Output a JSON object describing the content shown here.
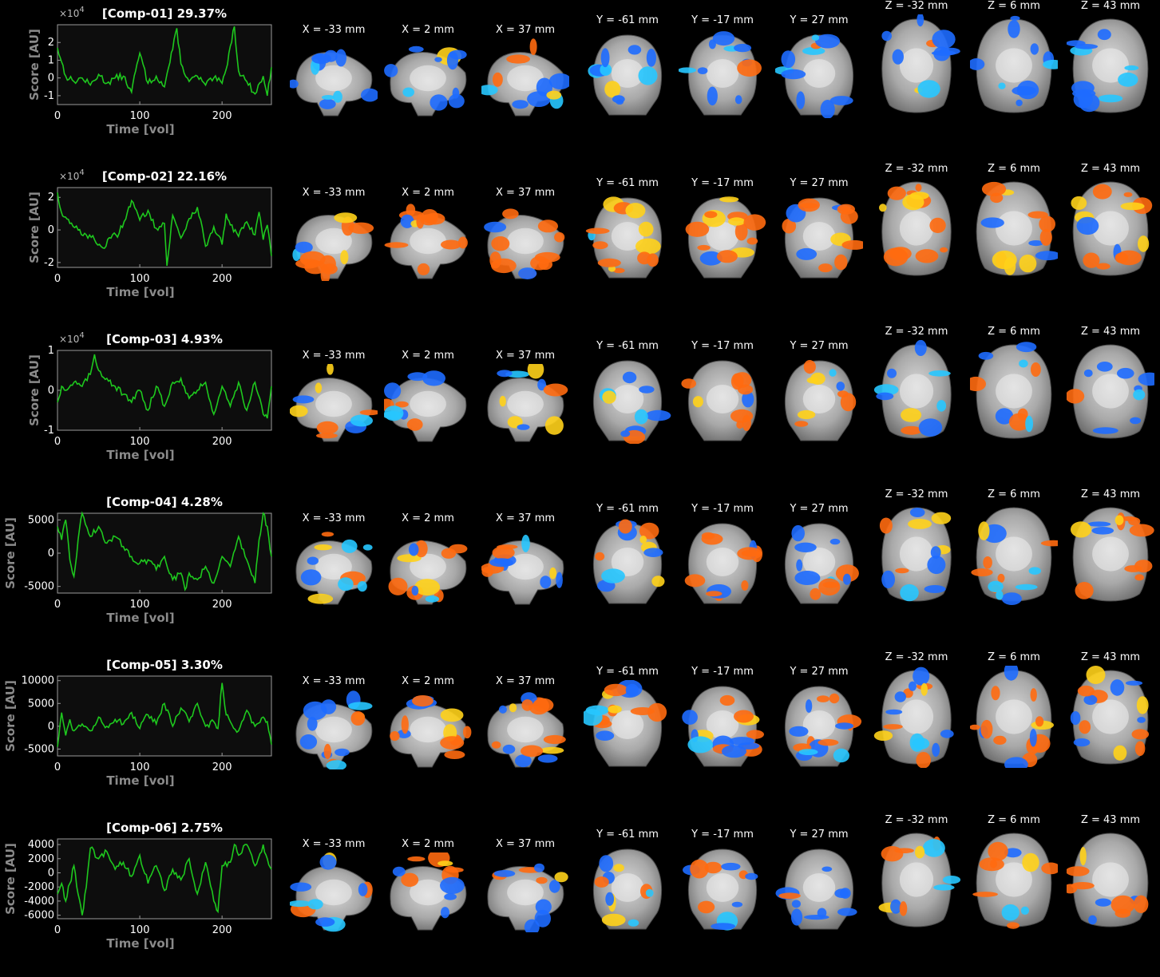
{
  "slice_labels": [
    "X = -33 mm",
    "X = 2 mm",
    "X = 37 mm",
    "Y = -61 mm",
    "Y = -17 mm",
    "Y = 27 mm",
    "Z = -32 mm",
    "Z = 6 mm",
    "Z = 43 mm"
  ],
  "colors": {
    "timecourse": "#1ec81e",
    "positive": "#ff6a10",
    "positive_peak": "#ffd21a",
    "negative": "#1e6bff",
    "negative_peak": "#27c6ff",
    "axes_bg": "#0d0d0d",
    "axes_frame": "#9a9a9a"
  },
  "chart_data": [
    {
      "type": "line",
      "title": "[Comp-01] 29.37%",
      "xlabel": "Time [vol]",
      "ylabel": "Score [AU]",
      "exponent": "×10^4",
      "xlim": [
        0,
        260
      ],
      "ylim": [
        -1.5,
        3
      ],
      "xticks": [
        0,
        100,
        200
      ],
      "yticks": [
        -1,
        0,
        1,
        2
      ],
      "x": [
        0,
        5,
        10,
        20,
        30,
        40,
        50,
        60,
        70,
        80,
        90,
        95,
        100,
        110,
        120,
        130,
        135,
        140,
        145,
        150,
        160,
        170,
        180,
        190,
        200,
        205,
        210,
        215,
        220,
        230,
        240,
        250,
        255,
        260
      ],
      "series": [
        {
          "values": [
            1.7,
            0.9,
            0.1,
            -0.2,
            0.0,
            -0.4,
            0.2,
            -0.3,
            0.0,
            0.1,
            -0.8,
            0.4,
            1.4,
            -0.3,
            0.1,
            -0.5,
            0.6,
            1.6,
            2.8,
            0.8,
            -0.2,
            0.1,
            -0.4,
            0.0,
            -0.3,
            0.5,
            1.8,
            2.9,
            0.4,
            -0.2,
            -0.9,
            0.1,
            -1.0,
            0.6
          ]
        }
      ]
    },
    {
      "type": "line",
      "title": "[Comp-02] 22.16%",
      "xlabel": "Time [vol]",
      "ylabel": "Score [AU]",
      "exponent": "×10^4",
      "xlim": [
        0,
        260
      ],
      "ylim": [
        -2.3,
        2.6
      ],
      "xticks": [
        0,
        100,
        200
      ],
      "yticks": [
        -2,
        0,
        2
      ],
      "x": [
        0,
        3,
        8,
        15,
        25,
        35,
        45,
        55,
        65,
        75,
        85,
        90,
        100,
        110,
        120,
        130,
        133,
        140,
        150,
        160,
        170,
        180,
        190,
        200,
        205,
        210,
        220,
        230,
        240,
        245,
        250,
        255,
        260
      ],
      "series": [
        {
          "values": [
            2.3,
            1.4,
            0.8,
            0.4,
            0.0,
            -0.3,
            -0.6,
            -1.1,
            -0.5,
            -0.2,
            1.1,
            1.8,
            0.6,
            1.2,
            0.1,
            0.4,
            -2.2,
            0.9,
            -0.5,
            0.7,
            1.4,
            -1.0,
            0.2,
            -0.9,
            1.0,
            0.3,
            -0.4,
            0.5,
            -0.3,
            1.1,
            -0.6,
            0.3,
            -1.6
          ]
        }
      ]
    },
    {
      "type": "line",
      "title": "[Comp-03] 4.93%",
      "xlabel": "Time [vol]",
      "ylabel": "Score [AU]",
      "exponent": "×10^4",
      "xlim": [
        0,
        260
      ],
      "ylim": [
        -1,
        1
      ],
      "xticks": [
        0,
        100,
        200
      ],
      "yticks": [
        -1,
        0,
        1
      ],
      "x": [
        0,
        5,
        10,
        20,
        30,
        40,
        45,
        50,
        60,
        70,
        80,
        90,
        100,
        110,
        120,
        130,
        140,
        150,
        160,
        170,
        180,
        190,
        200,
        210,
        220,
        230,
        240,
        250,
        255,
        260
      ],
      "series": [
        {
          "values": [
            -0.3,
            0.1,
            0.0,
            0.2,
            0.1,
            0.4,
            0.9,
            0.5,
            0.3,
            0.1,
            -0.1,
            -0.3,
            0.0,
            -0.5,
            0.1,
            -0.4,
            0.2,
            0.3,
            -0.2,
            0.0,
            0.2,
            -0.6,
            0.1,
            -0.4,
            0.2,
            -0.5,
            0.2,
            -0.6,
            -0.7,
            0.1
          ]
        }
      ]
    },
    {
      "type": "line",
      "title": "[Comp-04] 4.28%",
      "xlabel": "Time [vol]",
      "ylabel": "Score [AU]",
      "xlim": [
        0,
        260
      ],
      "ylim": [
        -6000,
        6000
      ],
      "xticks": [
        0,
        100,
        200
      ],
      "yticks": [
        -5000,
        0,
        5000
      ],
      "x": [
        0,
        5,
        10,
        15,
        20,
        25,
        30,
        40,
        50,
        60,
        70,
        80,
        90,
        100,
        110,
        120,
        130,
        140,
        150,
        155,
        160,
        170,
        180,
        190,
        200,
        210,
        220,
        230,
        240,
        245,
        250,
        255,
        260
      ],
      "series": [
        {
          "values": [
            4000,
            2000,
            5000,
            -1000,
            -3500,
            2000,
            6000,
            2500,
            4000,
            1500,
            2500,
            1000,
            -500,
            -1500,
            -1000,
            -2500,
            -500,
            -4000,
            -3000,
            -5500,
            -3000,
            -4000,
            -2000,
            -4500,
            -500,
            -2000,
            2500,
            -1000,
            -4500,
            2000,
            6000,
            4000,
            -500
          ]
        }
      ]
    },
    {
      "type": "line",
      "title": "[Comp-05] 3.30%",
      "xlabel": "Time [vol]",
      "ylabel": "Score [AU]",
      "xlim": [
        0,
        260
      ],
      "ylim": [
        -6500,
        11000
      ],
      "xticks": [
        0,
        100,
        200
      ],
      "yticks": [
        -5000,
        0,
        5000,
        10000
      ],
      "x": [
        0,
        5,
        10,
        15,
        20,
        30,
        40,
        50,
        60,
        70,
        80,
        90,
        100,
        110,
        120,
        130,
        140,
        150,
        160,
        170,
        180,
        190,
        195,
        200,
        205,
        210,
        220,
        230,
        240,
        250,
        255,
        260
      ],
      "series": [
        {
          "values": [
            -4500,
            3000,
            -2000,
            1500,
            -1000,
            500,
            -1000,
            2000,
            0,
            1500,
            500,
            3000,
            -500,
            2500,
            500,
            5000,
            0,
            4000,
            1000,
            5000,
            0,
            1000,
            -500,
            9500,
            2500,
            1000,
            -1000,
            3500,
            0,
            2000,
            1000,
            -4000
          ]
        }
      ]
    },
    {
      "type": "line",
      "title": "[Comp-06] 2.75%",
      "xlabel": "Time [vol]",
      "ylabel": "Score [AU]",
      "xlim": [
        0,
        260
      ],
      "ylim": [
        -6500,
        4800
      ],
      "xticks": [
        0,
        100,
        200
      ],
      "yticks": [
        -6000,
        -4000,
        -2000,
        0,
        2000,
        4000
      ],
      "x": [
        0,
        5,
        10,
        15,
        20,
        25,
        30,
        35,
        40,
        50,
        60,
        70,
        80,
        90,
        100,
        110,
        120,
        130,
        140,
        150,
        160,
        170,
        180,
        190,
        195,
        200,
        210,
        215,
        220,
        230,
        240,
        250,
        255,
        260
      ],
      "series": [
        {
          "values": [
            -3000,
            -1500,
            -4000,
            -1500,
            1000,
            -3000,
            -6000,
            -2000,
            3500,
            2000,
            3000,
            500,
            1500,
            -500,
            2500,
            -1500,
            1000,
            -2500,
            500,
            -1000,
            2000,
            -3000,
            1500,
            -4000,
            -5500,
            1000,
            1500,
            4000,
            2500,
            4000,
            1000,
            4000,
            2000,
            500
          ]
        }
      ]
    }
  ]
}
